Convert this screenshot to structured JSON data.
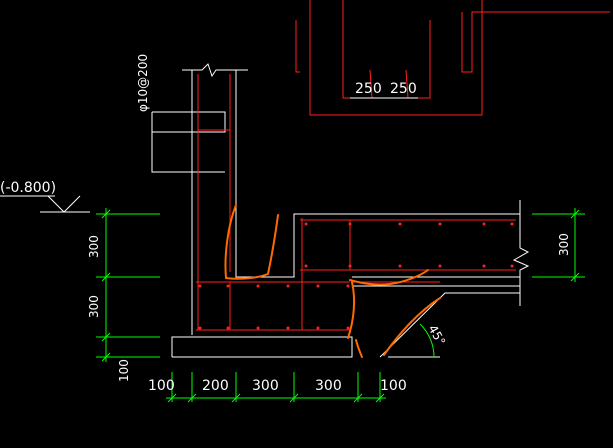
{
  "drawing": {
    "colors": {
      "background": "#000000",
      "outline": "#ffffff",
      "rebar": "#ff2020",
      "dimension": "#00ff00",
      "markup": "#ff6a00",
      "text": "#ffffff"
    },
    "elevation_label": "(-0.800)",
    "rebar_label": "φ10@200",
    "top_dims": [
      "250",
      "250"
    ],
    "left_dims": [
      "300",
      "300",
      "100"
    ],
    "bottom_dims": [
      "100",
      "200",
      "300",
      "300",
      "100"
    ],
    "right_dim": "300",
    "angle_label": "45°"
  }
}
